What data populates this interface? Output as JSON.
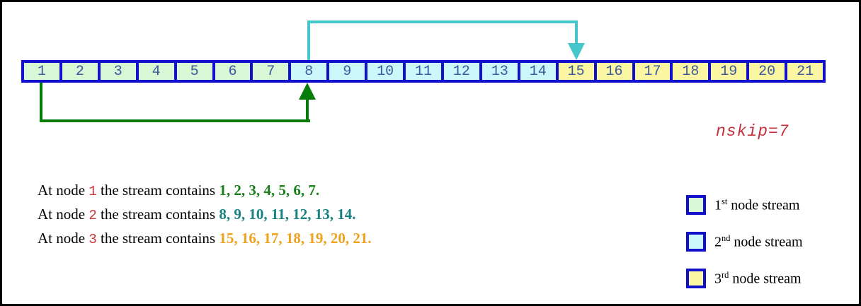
{
  "colors": {
    "cell_border": "#1111cc",
    "cell_number": "#3a5a9e",
    "stream1_fill": "#d8f7d4",
    "stream2_fill": "#ccf7fa",
    "stream3_fill": "#fbf6a2",
    "green_arrow": "#067d06",
    "cyan_arrow": "#45c6cb",
    "nskip_red": "#c52f3b",
    "node_number_red": "#cc3333",
    "stream1_text": "#17801a",
    "stream2_text": "#178080",
    "stream3_text": "#f0a21c"
  },
  "bar": {
    "cells": [
      "1",
      "2",
      "3",
      "4",
      "5",
      "6",
      "7",
      "8",
      "9",
      "10",
      "11",
      "12",
      "13",
      "14",
      "15",
      "16",
      "17",
      "18",
      "19",
      "20",
      "21"
    ]
  },
  "annotation": {
    "nskip_label": "nskip=7"
  },
  "sentences": [
    {
      "prefix": "At node ",
      "node": "1",
      "mid": " the stream contains ",
      "numbers": "1, 2, 3, 4, 5, 6, 7."
    },
    {
      "prefix": "At node ",
      "node": "2",
      "mid": " the stream contains ",
      "numbers": "8, 9, 10, 11, 12, 13, 14."
    },
    {
      "prefix": "At node ",
      "node": "3",
      "mid": " the stream contains ",
      "numbers": "15, 16, 17, 18, 19, 20, 21."
    }
  ],
  "legend": [
    {
      "ordinal": "1",
      "suffix": "st",
      "label": " node stream"
    },
    {
      "ordinal": "2",
      "suffix": "nd",
      "label": " node stream"
    },
    {
      "ordinal": "3",
      "suffix": "rd",
      "label": " node stream"
    }
  ]
}
